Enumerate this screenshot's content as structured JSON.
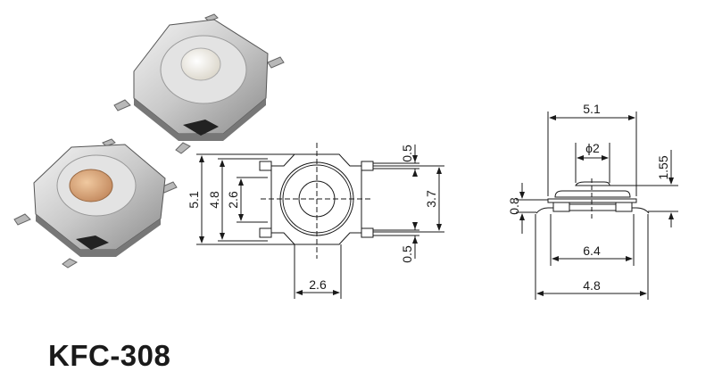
{
  "title": "KFC-308",
  "front_view": {
    "dims": {
      "overall_height": "5.1",
      "body_height": "4.8",
      "pin_spacing_left": "2.6",
      "pin_span_right": "3.7",
      "pin_width_top": "0.5",
      "pin_width_bottom": "0.5",
      "bottom_width": "2.6"
    }
  },
  "side_view": {
    "dims": {
      "top_width": "5.1",
      "actuator_diameter": "ϕ2",
      "height": "1.55",
      "base_height": "0.8",
      "inner_width": "6.4",
      "overall_width": "4.8"
    }
  },
  "photos": {
    "switch_white_cap": "#f1ede2",
    "switch_brass_cap": "#d9a274"
  }
}
